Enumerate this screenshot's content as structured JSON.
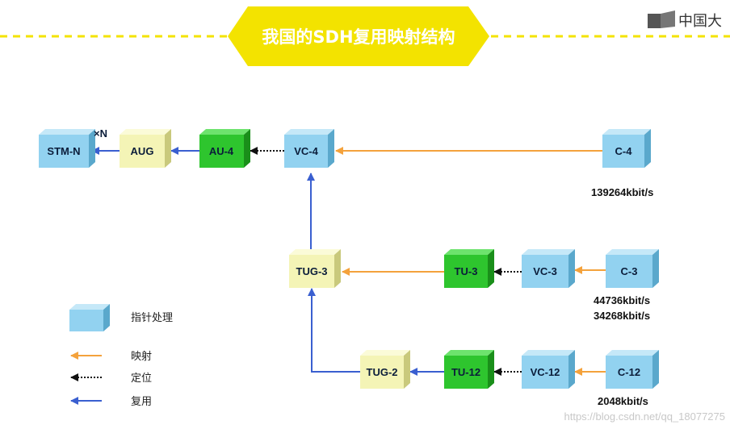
{
  "title": "我国的SDH复用映射结构",
  "brand": "中国大",
  "multiplier": "×N",
  "boxes": {
    "stm_n": "STM-N",
    "aug": "AUG",
    "au4": "AU-4",
    "vc4": "VC-4",
    "c4": "C-4",
    "tug3": "TUG-3",
    "tu3": "TU-3",
    "vc3": "VC-3",
    "c3": "C-3",
    "tug2": "TUG-2",
    "tu12": "TU-12",
    "vc12": "VC-12",
    "c12": "C-12"
  },
  "rates": {
    "c4": "139264kbit/s",
    "c3_line1": "44736kbit/s",
    "c3_line2": "34268kbit/s",
    "c12": "2048kbit/s"
  },
  "legend": {
    "pointer": "指针处理",
    "mapping": "映射",
    "aligning": "定位",
    "multiplexing": "复用"
  },
  "colors": {
    "blue_box": "#92d2f0",
    "yellow_box": "#f4f4b6",
    "green_box": "#2ec52e",
    "mapping_arrow": "#f4a23c",
    "aligning_arrow": "#111111",
    "multiplexing_arrow": "#3a5fd0",
    "banner": "#f3e300"
  },
  "watermark": "https://blog.csdn.net/qq_18077275"
}
